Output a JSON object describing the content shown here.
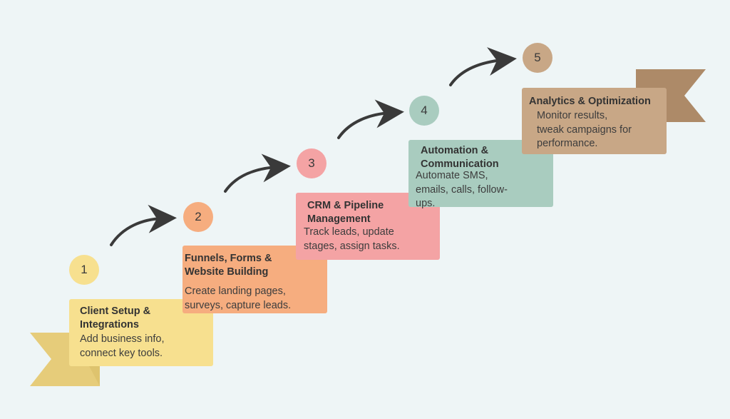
{
  "steps": [
    {
      "number": "1",
      "title_lines": [
        "Client Setup &",
        "Integrations"
      ],
      "desc_lines": [
        "Add business info,",
        "connect key tools."
      ],
      "color": "#f7e08f",
      "circle_color": "#f7e08f"
    },
    {
      "number": "2",
      "title_lines": [
        "Funnels, Forms &",
        "Website Building"
      ],
      "desc_lines": [
        "Create landing pages,",
        "surveys, capture leads."
      ],
      "color": "#f6ad7f",
      "circle_color": "#f6ad7f"
    },
    {
      "number": "3",
      "title_lines": [
        "CRM & Pipeline",
        "Management"
      ],
      "desc_lines": [
        "Track leads, update",
        "stages, assign tasks."
      ],
      "color": "#f4a3a4",
      "circle_color": "#f4a3a4"
    },
    {
      "number": "4",
      "title_lines": [
        "Automation &",
        "Communication"
      ],
      "desc_lines": [
        "Automate SMS,",
        "emails, calls, follow-",
        "ups."
      ],
      "color": "#a9ccbf",
      "circle_color": "#a9ccbf"
    },
    {
      "number": "5",
      "title_lines": [
        "Analytics & Optimization"
      ],
      "desc_lines": [
        "Monitor results,",
        "tweak campaigns for",
        "performance."
      ],
      "color": "#c8a786",
      "circle_color": "#c8a786"
    }
  ],
  "colors": {
    "background": "#eef5f6",
    "arrow": "#3a3a3a",
    "ribbon_left": "#e6cc7a",
    "ribbon_right": "#ad8a68"
  }
}
